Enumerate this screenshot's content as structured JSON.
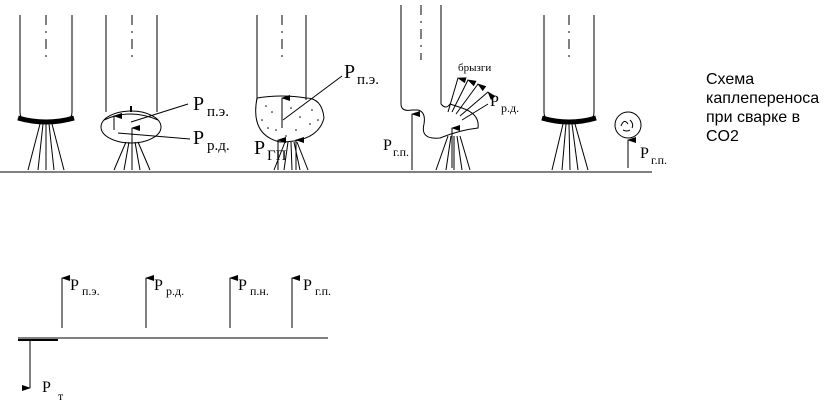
{
  "caption": {
    "lines": [
      "Схема",
      "каплепереноса",
      "при сварке в",
      "CO2"
    ]
  },
  "labels": {
    "pe": "P",
    "pe_sub": "п.э.",
    "rd": "P",
    "rd_sub": "р.д.",
    "gp_big": "P",
    "gp_big_sub": "ГП",
    "gp": "P",
    "gp_sub": "г.п.",
    "spatter": "брызги"
  },
  "legend": {
    "items": [
      {
        "symbol": "P",
        "sub": "п.э."
      },
      {
        "symbol": "P",
        "sub": "р.д."
      },
      {
        "symbol": "P",
        "sub": "п.н."
      },
      {
        "symbol": "P",
        "sub": "г.п."
      }
    ],
    "down": {
      "symbol": "P",
      "sub": "т"
    }
  }
}
